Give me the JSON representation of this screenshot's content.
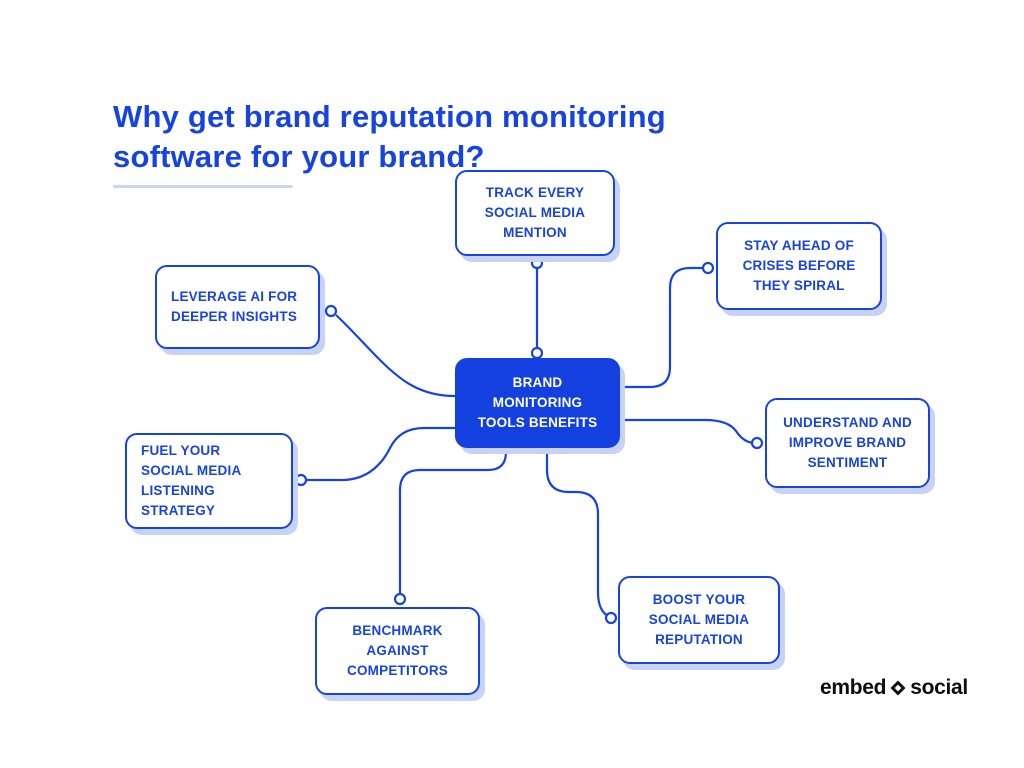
{
  "page": {
    "title": "Why get brand reputation monitoring\nsoftware for your brand?"
  },
  "colors": {
    "primary_blue": "#1843E3",
    "central_node_fill": "#1540E0",
    "shadow_blue": "#C7D2F4",
    "node_background": "#FFFFFF",
    "logo_black": "#0D0D0D"
  },
  "diagram": {
    "central": {
      "label": "BRAND\nMONITORING\nTOOLS BENEFITS"
    },
    "nodes": [
      {
        "id": "track-mentions",
        "label": "TRACK EVERY\nSOCIAL MEDIA\nMENTION"
      },
      {
        "id": "stay-ahead-crises",
        "label": "STAY AHEAD OF\nCRISES BEFORE\nTHEY SPIRAL"
      },
      {
        "id": "leverage-ai",
        "label": "LEVERAGE AI FOR\nDEEPER INSIGHTS"
      },
      {
        "id": "understand-sentiment",
        "label": "UNDERSTAND AND\nIMPROVE BRAND\nSENTIMENT"
      },
      {
        "id": "fuel-listening",
        "label": "FUEL YOUR\nSOCIAL MEDIA\nLISTENING\nSTRATEGY"
      },
      {
        "id": "boost-reputation",
        "label": "BOOST YOUR\nSOCIAL MEDIA\nREPUTATION"
      },
      {
        "id": "benchmark-competitors",
        "label": "BENCHMARK\nAGAINST\nCOMPETITORS"
      }
    ]
  },
  "logo": {
    "prefix": "embed",
    "suffix": "social"
  }
}
